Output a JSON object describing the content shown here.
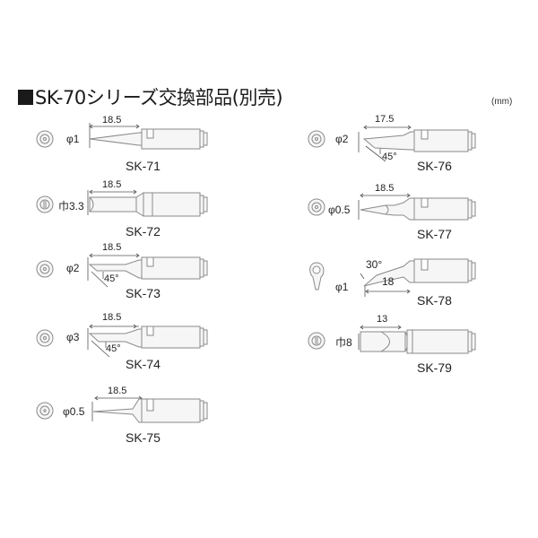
{
  "header": {
    "title": "SK-70シリーズ交換部品(別売)",
    "unit": "(mm)"
  },
  "colors": {
    "outline": "#8a8a8a",
    "fill": "#f4f4f4",
    "text": "#222222",
    "title_square": "#1a1a1a"
  },
  "tips": [
    {
      "model": "SK-71",
      "length": "18.5",
      "size": "φ1",
      "angle": "",
      "shape": "conical"
    },
    {
      "model": "SK-72",
      "length": "18.5",
      "size": "巾3.3",
      "angle": "",
      "shape": "chisel"
    },
    {
      "model": "SK-73",
      "length": "18.5",
      "size": "φ2",
      "angle": "45°",
      "shape": "bevel"
    },
    {
      "model": "SK-74",
      "length": "18.5",
      "size": "φ3",
      "angle": "45°",
      "shape": "bevel"
    },
    {
      "model": "SK-75",
      "length": "18.5",
      "size": "φ0.5",
      "angle": "",
      "shape": "conical-fine"
    },
    {
      "model": "SK-76",
      "length": "17.5",
      "size": "φ2",
      "angle": "45°",
      "shape": "bevel"
    },
    {
      "model": "SK-77",
      "length": "18.5",
      "size": "φ0.5",
      "angle": "",
      "shape": "conical-needle"
    },
    {
      "model": "SK-78",
      "length": "18",
      "size": "φ1",
      "angle": "30°",
      "shape": "bent"
    },
    {
      "model": "SK-79",
      "length": "13",
      "size": "巾8",
      "angle": "",
      "shape": "wide-chisel"
    }
  ]
}
